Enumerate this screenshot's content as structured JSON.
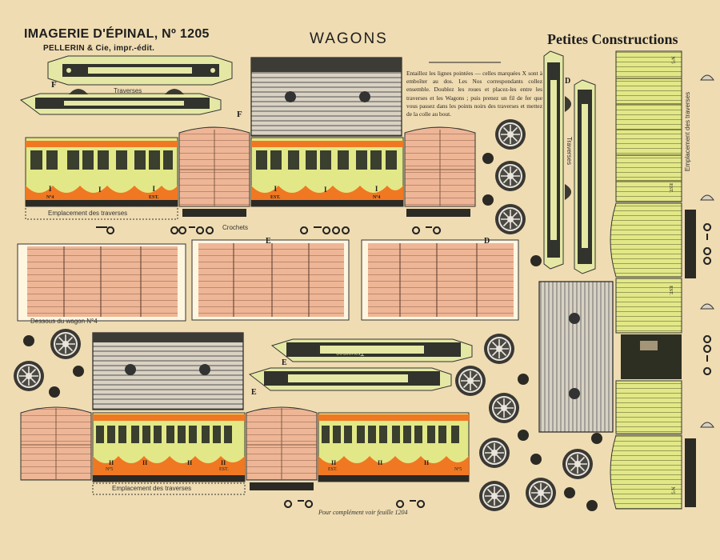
{
  "header": {
    "publisher_title": "IMAGERIE D'ÉPINAL, Nº 1205",
    "publisher_line": "PELLERIN & Cie, impr.-édit.",
    "sheet_title": "WAGONS",
    "series": "Petites Constructions"
  },
  "instructions": "Entaillez les lignes pointées — celles marquées X sont à emboîter au dos. Les Nos correspondants collez ensemble. Doublez les roues et placez-les entre les traverses et les Wagons ; puis prenez un fil de fer que vous passez dans les points noirs des traverses et mettez de la colle au bout.",
  "labels": {
    "traverses_f": "Traverses",
    "traverses_d": "Traverses",
    "traverses_e": "Traverses",
    "letter_f1": "F",
    "letter_f2": "F",
    "letter_e1": "E",
    "letter_e2": "E",
    "letter_e3": "E",
    "letter_d1": "D",
    "letter_d2": "D",
    "emplacement_top": "Emplacement des traverses",
    "emplacement_bottom": "Emplacement des traverses",
    "emplacement_right": "Emplacement des traverses",
    "crochets": "Crochets",
    "dessous": "Dessous du wagon N°4",
    "footer": "Pour complément voir feuille 1204"
  },
  "car_top": {
    "left_marks": [
      "I",
      "Nº4"
    ],
    "mid_marks": [
      "I"
    ],
    "right_marks": [
      "I",
      "EST."
    ],
    "left2_marks": [
      "I",
      "EST."
    ],
    "mid2_marks": [
      "I"
    ],
    "right2_marks": [
      "I",
      "Nº4"
    ]
  },
  "car_bottom": {
    "marks": [
      "II",
      "II",
      "II",
      "Nº5",
      "II",
      "EST."
    ],
    "marks2": [
      "II",
      "EST.",
      "II",
      "II",
      "Nº5"
    ]
  },
  "right_car": {
    "top_mark": "Nº5",
    "est1": "EST.",
    "est2": "EST.",
    "bottom_mark": "Nº5"
  },
  "colors": {
    "paper": "#efdcb2",
    "yellow": "#e2e887",
    "salmon": "#eeb696",
    "orange": "#f07822",
    "dark": "#2c2a24",
    "green": "#39452f"
  }
}
